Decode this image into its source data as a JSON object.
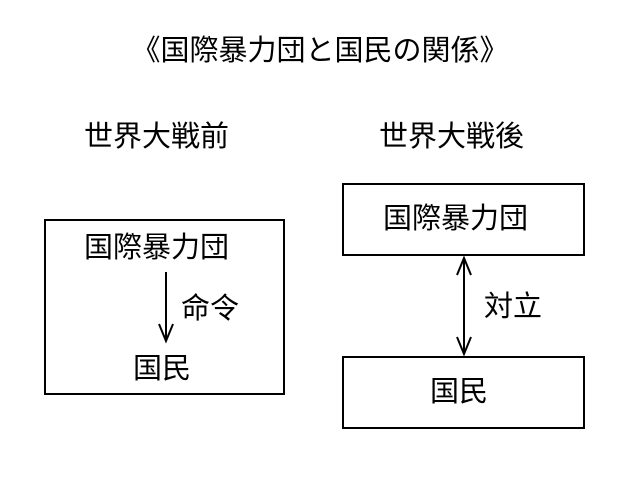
{
  "title": "《国際暴力団と国民の関係》",
  "before": {
    "heading": "世界大戦前",
    "top_label": "国際暴力団",
    "bottom_label": "国民",
    "arrow_label": "命令"
  },
  "after": {
    "heading": "世界大戦後",
    "top_box_label": "国際暴力団",
    "bottom_box_label": "国民",
    "arrow_label": "対立"
  }
}
